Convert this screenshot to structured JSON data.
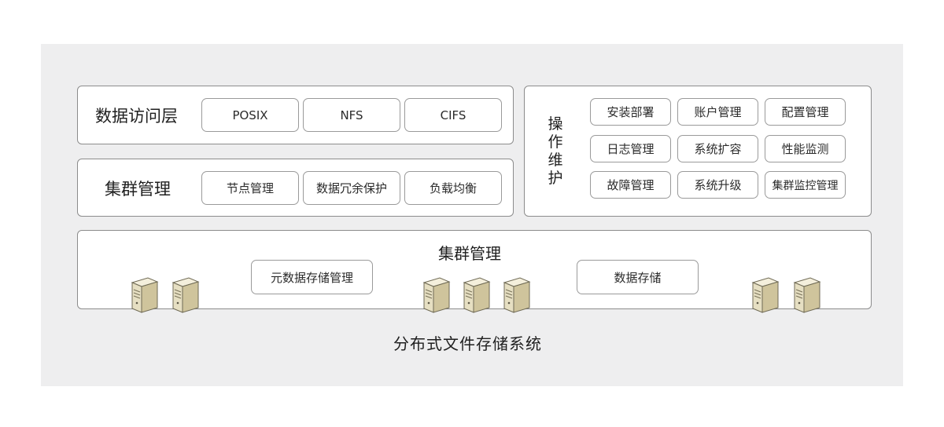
{
  "access_layer": {
    "title": "数据访问层",
    "protocols": [
      "POSIX",
      "NFS",
      "CIFS"
    ]
  },
  "cluster_mgmt": {
    "title": "集群管理",
    "items": [
      "节点管理",
      "数据冗余保护",
      "负载均衡"
    ]
  },
  "ops": {
    "title_chars": [
      "操",
      "作",
      "维",
      "护"
    ],
    "items": [
      "安装部署",
      "账户管理",
      "配置管理",
      "日志管理",
      "系统扩容",
      "性能监测",
      "故障管理",
      "系统升级",
      "集群监控管理"
    ]
  },
  "storage_cluster": {
    "title": "集群管理",
    "items": [
      "元数据存储管理",
      "数据存储"
    ]
  },
  "caption": "分布式文件存储系统",
  "icons": {
    "server": "server-icon"
  },
  "colors": {
    "panel": "#eeeeef",
    "border": "#8c8c8c",
    "server_body": "#e9e2c8",
    "server_side": "#c9bf99"
  }
}
